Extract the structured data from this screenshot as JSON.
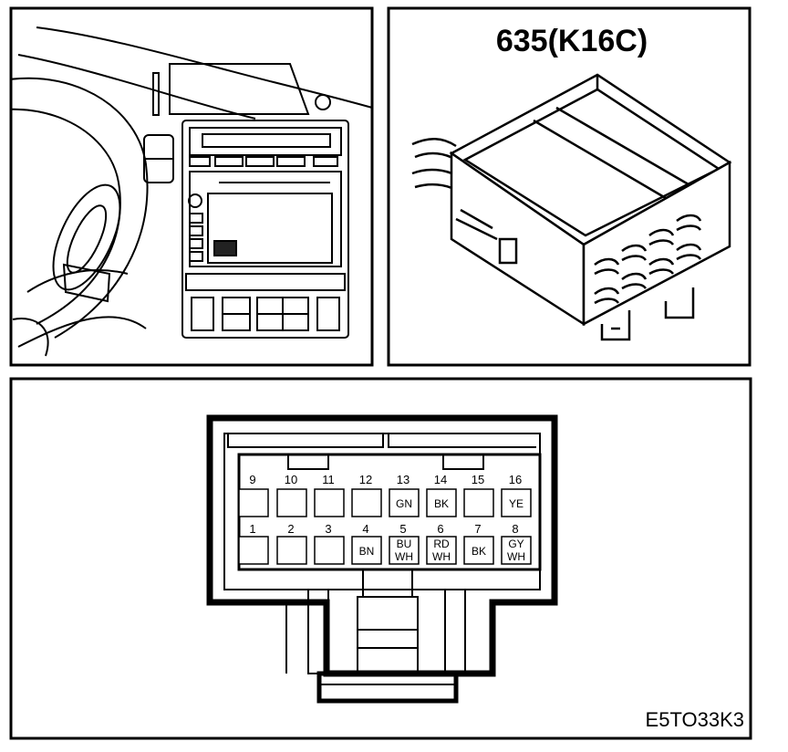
{
  "connector": {
    "title": "635(K16C)"
  },
  "figure_code": "E5TO33K3",
  "pins_top": [
    {
      "number": "9",
      "color": ""
    },
    {
      "number": "10",
      "color": ""
    },
    {
      "number": "11",
      "color": ""
    },
    {
      "number": "12",
      "color": ""
    },
    {
      "number": "13",
      "color": "GN"
    },
    {
      "number": "14",
      "color": "BK"
    },
    {
      "number": "15",
      "color": ""
    },
    {
      "number": "16",
      "color": "YE"
    }
  ],
  "pins_bottom": [
    {
      "number": "1",
      "color": ""
    },
    {
      "number": "2",
      "color": ""
    },
    {
      "number": "3",
      "color": ""
    },
    {
      "number": "4",
      "color": "BN"
    },
    {
      "number": "5",
      "color": "BU WH"
    },
    {
      "number": "6",
      "color": "RD WH"
    },
    {
      "number": "7",
      "color": "BK"
    },
    {
      "number": "8",
      "color": "GY WH"
    }
  ]
}
